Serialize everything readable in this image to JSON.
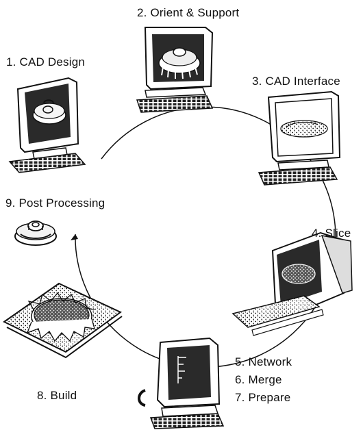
{
  "steps": [
    {
      "label": "1. CAD Design",
      "icon": "monitor-gear-icon"
    },
    {
      "label": "2. Orient & Support",
      "icon": "monitor-supported-part-icon"
    },
    {
      "label": "3. CAD Interface",
      "icon": "monitor-mesh-part-icon"
    },
    {
      "label": "4. Slice",
      "icon": "monitor-slice-icon"
    },
    {
      "label": "5. Network",
      "icon": "terminal-icon"
    },
    {
      "label": "6. Merge",
      "icon": "terminal-icon"
    },
    {
      "label": "7. Prepare",
      "icon": "terminal-icon"
    },
    {
      "label": "8. Build",
      "icon": "build-plate-icon"
    },
    {
      "label": "9. Post Processing",
      "icon": "finished-part-icon"
    }
  ],
  "colors": {
    "ink": "#111111",
    "screen": "#2a2a2a",
    "background": "#ffffff"
  }
}
